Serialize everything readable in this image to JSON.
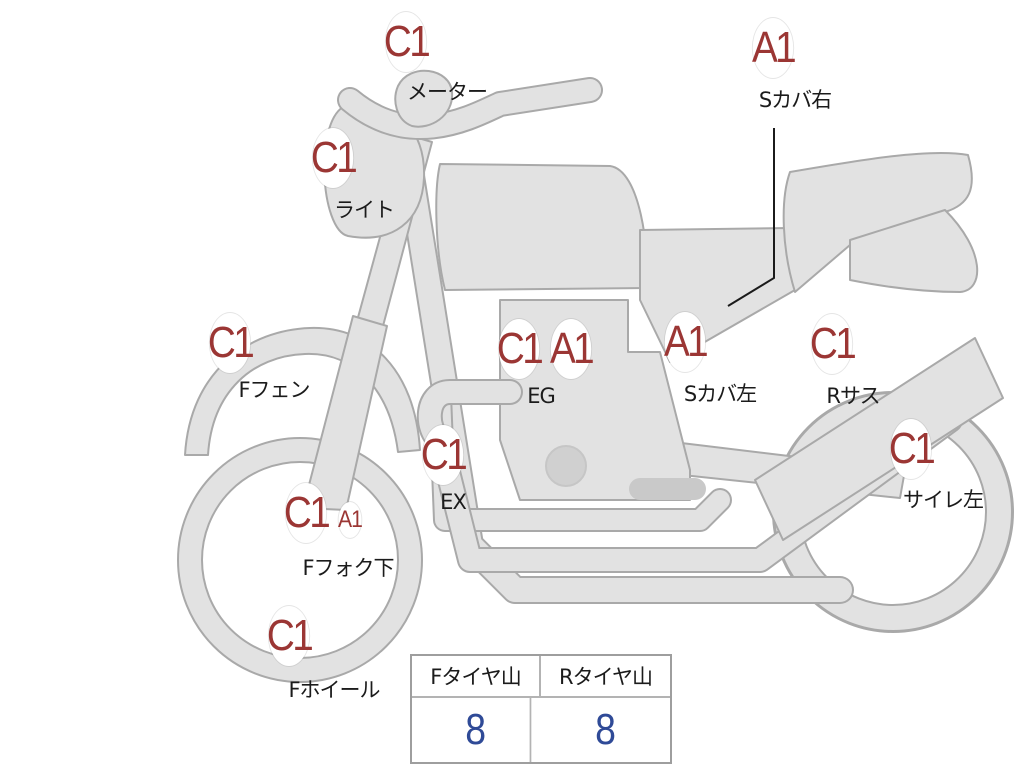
{
  "diagram": {
    "parts": [
      {
        "id": "meter",
        "grade": "C1",
        "label": "メーター"
      },
      {
        "id": "light",
        "grade": "C1",
        "label": "ライト"
      },
      {
        "id": "side-cover-right",
        "grade": "A1",
        "label": "Sカバ右"
      },
      {
        "id": "front-fender",
        "grade": "C1",
        "label": "Fフェン"
      },
      {
        "id": "engine-c",
        "grade": "C1"
      },
      {
        "id": "engine-a",
        "grade": "A1",
        "label": "EG"
      },
      {
        "id": "side-cover-left",
        "grade": "A1",
        "label": "Sカバ左"
      },
      {
        "id": "rear-suspension",
        "grade": "C1",
        "label": "Rサス"
      },
      {
        "id": "exhaust",
        "grade": "C1",
        "label": "EX"
      },
      {
        "id": "silencer-left",
        "grade": "C1",
        "label": "サイレ左"
      },
      {
        "id": "front-fork-lower-c",
        "grade": "C1"
      },
      {
        "id": "front-fork-lower-a",
        "grade": "A1",
        "label": "Fフォク下"
      },
      {
        "id": "front-wheel",
        "grade": "C1",
        "label": "Fホイール"
      }
    ],
    "colors": {
      "grade_text": "#9b3634",
      "tread_value": "#2f4a97",
      "body_fill": "#e2e2e2",
      "body_outline": "#a9a9a9"
    }
  },
  "tire_tread": {
    "headers": [
      "Fタイヤ山",
      "Rタイヤ山"
    ],
    "values": [
      "8",
      "8"
    ]
  }
}
